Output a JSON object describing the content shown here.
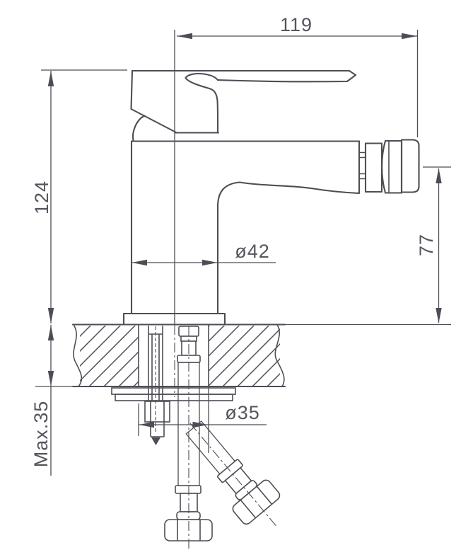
{
  "drawing": {
    "labels": {
      "spout_reach": "119",
      "body_height": "124",
      "outlet_height": "77",
      "base_diameter": "ø42",
      "hole_diameter": "ø35",
      "max_deck_thickness": "Max.35"
    },
    "colors": {
      "line": "#4d4d55",
      "text": "#55555d",
      "background": "#ffffff"
    }
  }
}
